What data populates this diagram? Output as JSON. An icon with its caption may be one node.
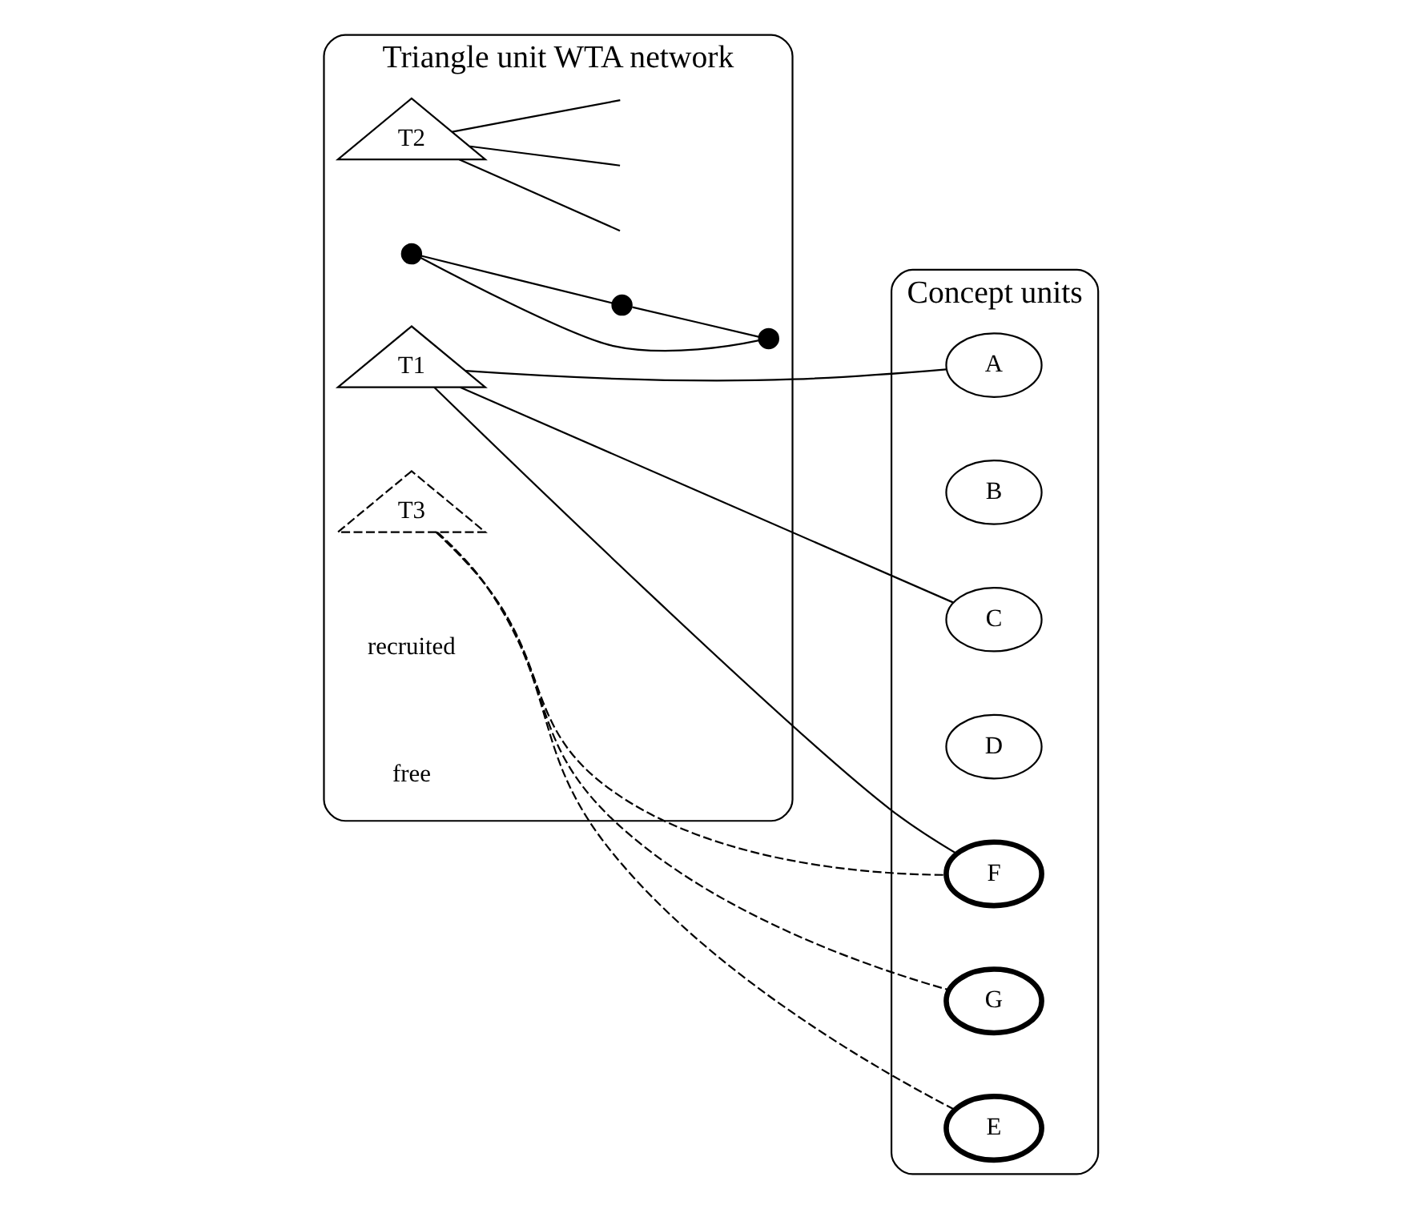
{
  "diagram": {
    "nodes": [
      {
        "text": [
          "Triangle unit WTA network"
        ]
      },
      {
        "text": [
          "Concept units"
        ]
      },
      {
        "text": [
          "T1"
        ],
        "in": 0
      },
      {
        "text": [
          "T2"
        ],
        "in": 0
      },
      {
        "text": [
          "T3"
        ],
        "in": 0
      },
      {
        "text": [],
        "shape": "circle",
        "in": 0
      },
      {
        "text": [],
        "shape": "circle",
        "in": 0
      },
      {
        "text": [],
        "shape": "circle",
        "in": 0
      },
      {
        "text": [
          "A"
        ],
        "in": 1
      },
      {
        "text": [
          "B"
        ],
        "in": 1
      },
      {
        "text": [
          "C"
        ],
        "in": 1
      },
      {
        "text": [
          "D"
        ],
        "in": 1
      },
      {
        "text": [
          "E"
        ],
        "in": 1
      },
      {
        "text": [
          "F"
        ],
        "in": 1
      },
      {
        "text": [
          "G"
        ],
        "in": 1
      }
    ],
    "edges": [
      {
        "from": 2,
        "to": 8,
        "arrow": "none"
      },
      {
        "from": 2,
        "to": 10,
        "arrow": "none"
      },
      {
        "from": 2,
        "to": 13,
        "arrow": "none"
      },
      {
        "from": 5,
        "to": 6,
        "arrow": "none"
      },
      {
        "from": 5,
        "to": 7,
        "arrow": "none"
      },
      {
        "from": 6,
        "to": 7,
        "arrow": "none"
      },
      {
        "from": 3,
        "to": null,
        "arrow": "none"
      },
      {
        "from": 3,
        "to": null,
        "arrow": "none"
      },
      {
        "from": 3,
        "to": null,
        "arrow": "none"
      },
      {
        "from": 4,
        "to": 12,
        "arrow": "none",
        "style": "dashed"
      },
      {
        "from": 4,
        "to": 13,
        "arrow": "none",
        "style": "dashed"
      },
      {
        "from": 4,
        "to": 14,
        "arrow": "none",
        "style": "dashed"
      }
    ],
    "labels": [
      "recruited",
      "free"
    ]
  }
}
